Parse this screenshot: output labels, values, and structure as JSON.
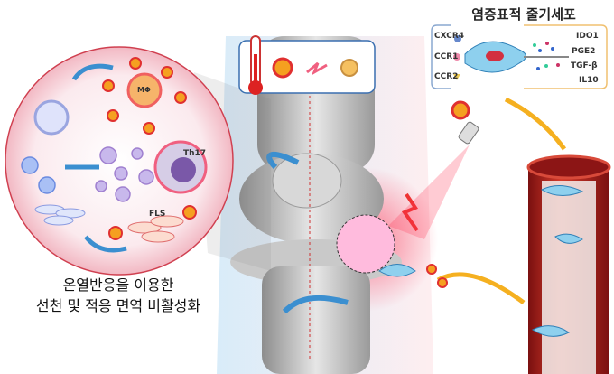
{
  "stem_cell_panel": {
    "title": "염증표적 줄기세포",
    "receptors": [
      "CXCR4",
      "CCR1",
      "CCR2"
    ],
    "secreted_factors": [
      "IDO1",
      "PGE2",
      "TGF-β",
      "IL10"
    ]
  },
  "inflammation_circle": {
    "macrophage_label": "MΦ",
    "th17_label": "Th17",
    "fls_label": "FLS"
  },
  "caption": {
    "line1": "온열반응을 이용한",
    "line2": "선천 및 적응 면역 비활성화"
  },
  "colors": {
    "inflammation_red": "#e0303a",
    "arrow_blue": "#3b8fd0",
    "vessel_red": "#b41f1f",
    "bone_gray": "#b9b9b9",
    "panel_blue_border": "#8aa8d0",
    "panel_orange_border": "#f0c070"
  }
}
